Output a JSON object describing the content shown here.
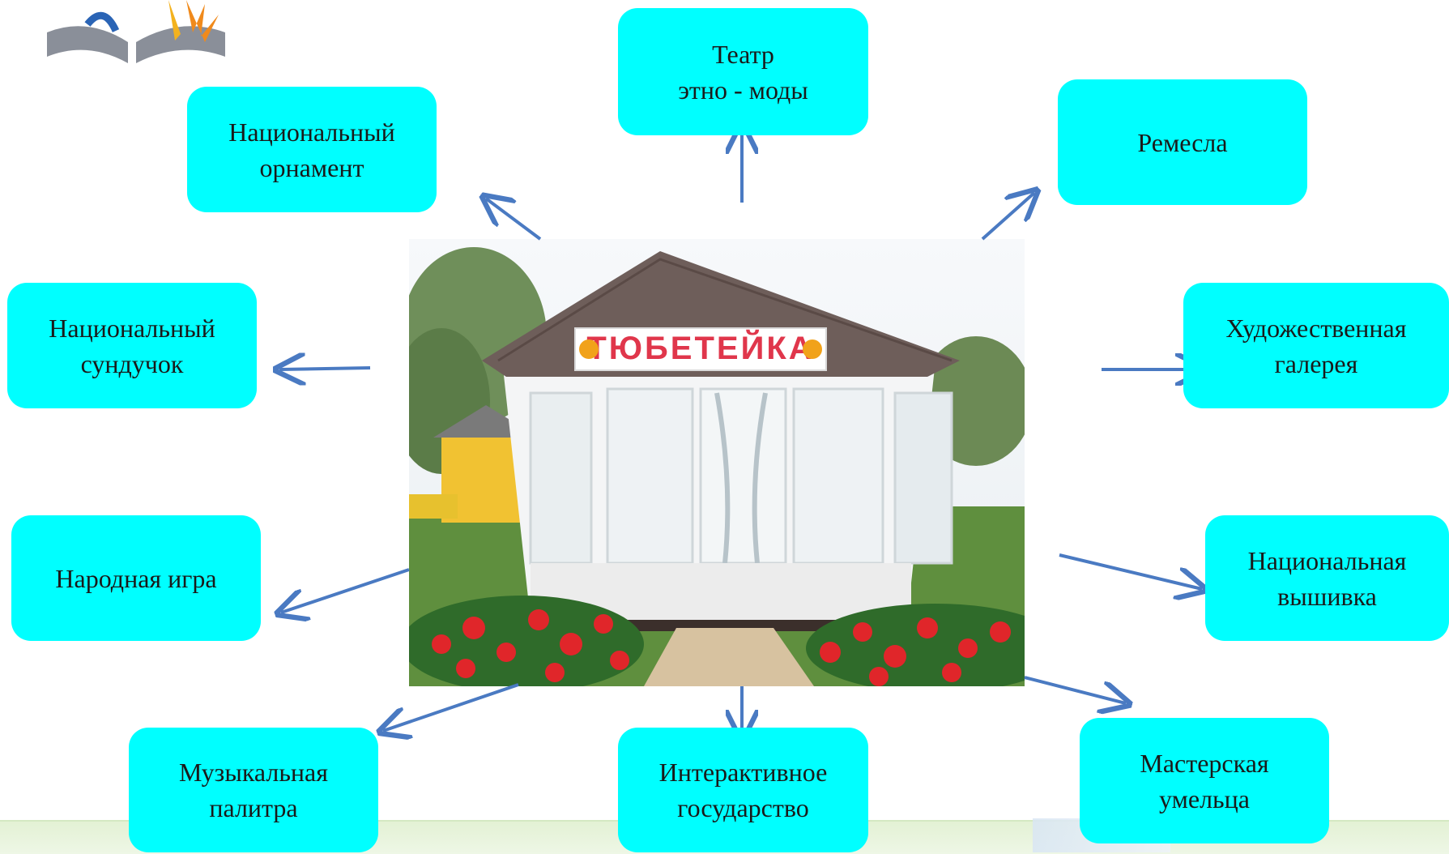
{
  "center_image": {
    "sign_text": "ТЮБЕТЕЙКА"
  },
  "nodes": {
    "theatre": "Театр\nэтно - моды",
    "ornament": "Национальный\nорнамент",
    "crafts": "Ремесла",
    "chest": "Национальный\nсундучок",
    "gallery": "Художественная\nгалерея",
    "game": "Народная игра",
    "embroidery": "Национальная\nвышивка",
    "music": "Музыкальная\nпалитра",
    "state": "Интерактивное\nгосударство",
    "workshop": "Мастерская\nумельца"
  },
  "colors": {
    "node_fill": "#00ffff",
    "arrow": "#4a7ac2",
    "bottom_band": "#e3f1d4"
  }
}
